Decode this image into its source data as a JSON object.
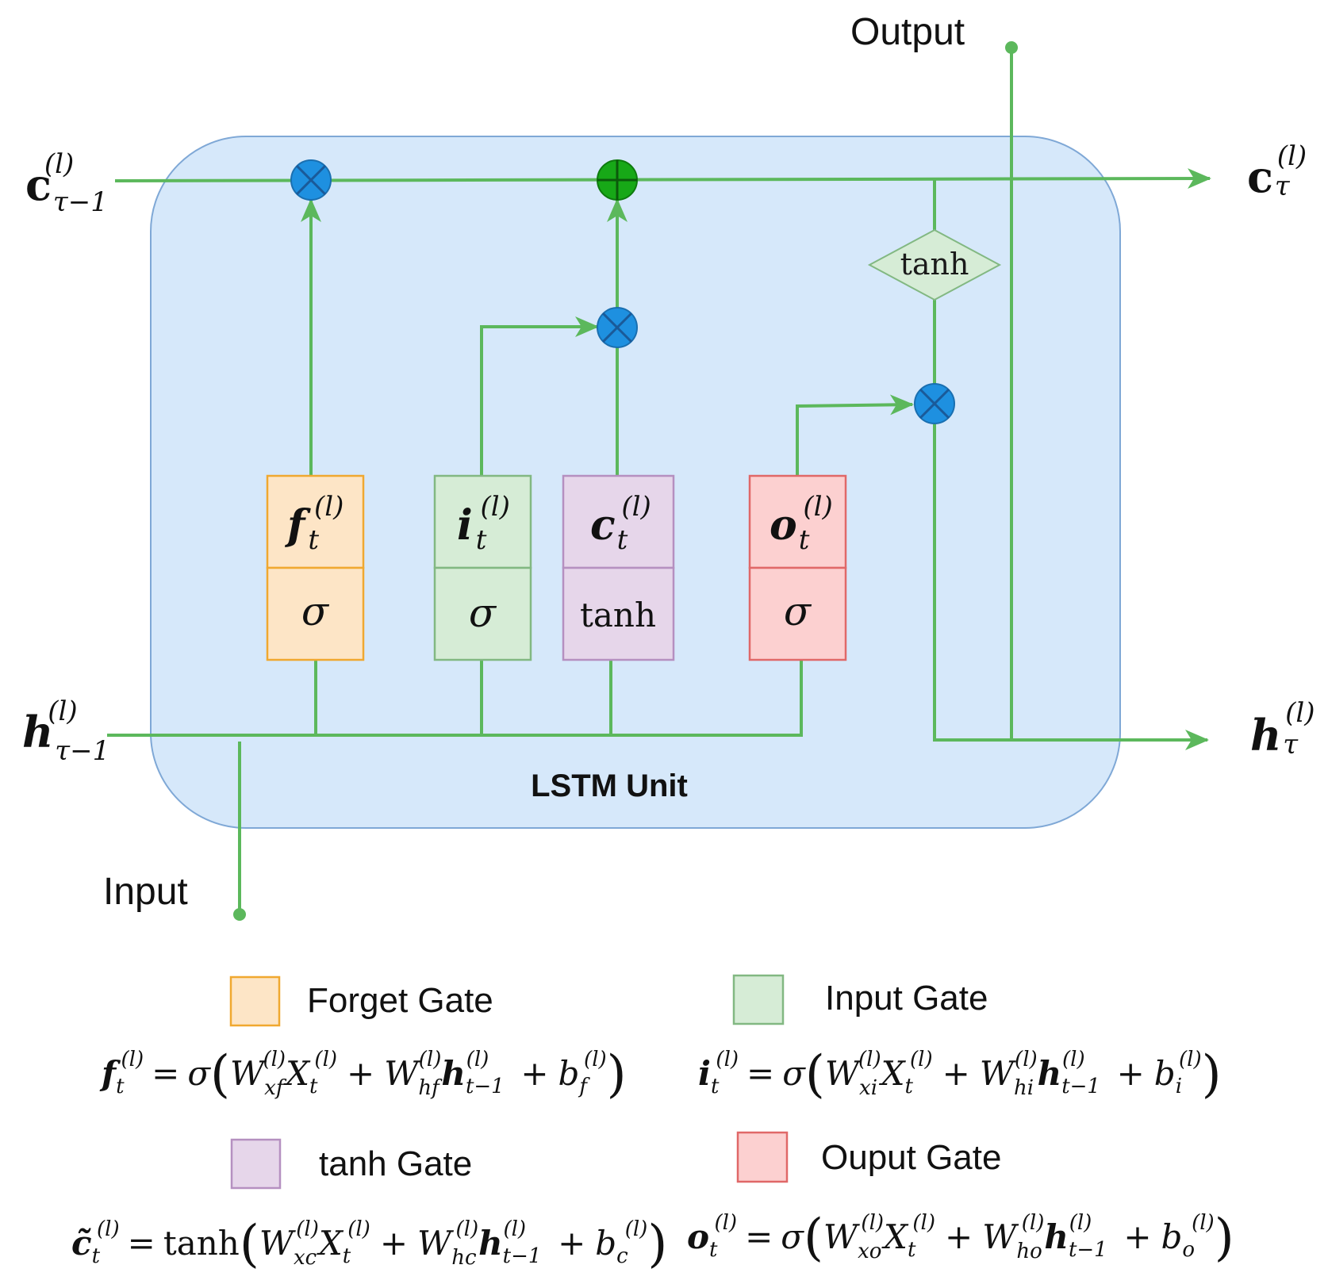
{
  "colors": {
    "line": "#5cb85c",
    "unit_fill": "#d6e8fa",
    "unit_stroke": "#7fa8d6",
    "mult_node": "#1e90e0",
    "add_node": "#17a817",
    "forget_fill": "#fde5c6",
    "forget_stroke": "#f0a830",
    "input_fill": "#d6ecd6",
    "input_stroke": "#82b882",
    "tanh_fill": "#e6d6ea",
    "tanh_stroke": "#b590c0",
    "output_fill": "#fcd0d0",
    "output_stroke": "#e06868"
  },
  "labels": {
    "output": "Output",
    "input": "Input",
    "unit": "LSTM Unit",
    "tanh": "tanh"
  },
  "states": {
    "c_prev": {
      "base": "c",
      "sub": "τ−1",
      "sup": "(l)"
    },
    "c_next": {
      "base": "c",
      "sub": "τ",
      "sup": "(l)"
    },
    "h_prev": {
      "base": "h",
      "sub": "τ−1",
      "sup": "(l)"
    },
    "h_next": {
      "base": "h",
      "sub": "τ",
      "sup": "(l)"
    }
  },
  "gates": [
    {
      "id": "forget",
      "symbol": "f",
      "sub": "t",
      "sup": "(l)",
      "activation": "σ"
    },
    {
      "id": "input",
      "symbol": "i",
      "sub": "t",
      "sup": "(l)",
      "activation": "σ"
    },
    {
      "id": "tanh",
      "symbol": "c",
      "sub": "t",
      "sup": "(l)",
      "activation": "tanh"
    },
    {
      "id": "output",
      "symbol": "o",
      "sub": "t",
      "sup": "(l)",
      "activation": "σ"
    }
  ],
  "legend": [
    {
      "id": "forget",
      "label": "Forget Gate"
    },
    {
      "id": "input",
      "label": "Input Gate"
    },
    {
      "id": "tanh",
      "label": "tanh Gate"
    },
    {
      "id": "output",
      "label": "Ouput Gate"
    }
  ],
  "equations": {
    "forget": "f_t^(l) = σ( W_xf^(l) X_t^(l) + W_hf^(l) h_{t−1}^(l) + b_f^(l) )",
    "input": "i_t^(l) = σ( W_xi^(l) X_t^(l) + W_hi^(l) h_{t−1}^(l) + b_i^(l) )",
    "tanh": "c̃_t^(l) = tanh( W_xc^(l) X_t^(l) + W_hc^(l) h_{t−1}^(l) + b_c^(l) )",
    "output": "o_t^(l) = σ( W_xo^(l) X_t^(l) + W_ho^(l) h_{t−1}^(l) + b_o^(l) )"
  },
  "eq_parts": {
    "sigma": "σ",
    "tanh": "tanh",
    "eq": "=",
    "plus": "+",
    "lp": "(",
    "rp": ")",
    "W": "W",
    "X": "X",
    "h": "h",
    "b": "b",
    "t": "t",
    "tm1": "t−1",
    "l": "(l)",
    "f": "f",
    "i": "i",
    "c": "c̃",
    "o": "o",
    "xf": "xf",
    "hf": "hf",
    "xi": "xi",
    "hi": "hi",
    "xc": "xc",
    "hc": "hc",
    "xo": "xo",
    "ho": "ho",
    "sf": "f",
    "si": "i",
    "sc": "c",
    "so": "o"
  }
}
